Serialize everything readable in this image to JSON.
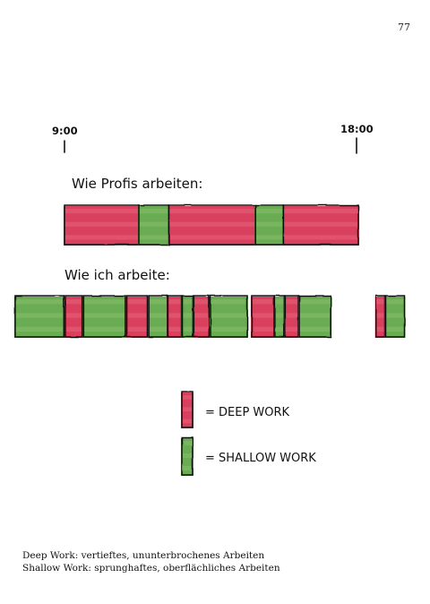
{
  "page_number": "77",
  "time_start": "9:00",
  "time_end": "18:00",
  "label_pros": "Wie Profis arbeiten:",
  "label_me": "Wie ich arbeite:",
  "legend": {
    "deep": "= DEEP WORK",
    "shallow": "= SHALLOW WORK"
  },
  "footer": {
    "line1": "Deep Work: vertieftes, ununterbrochenes Arbeiten",
    "line2": "Shallow Work: sprunghaftes, oberflächliches Arbeiten"
  },
  "colors": {
    "deep": "#d6304f",
    "deep_light": "#e8607a",
    "shallow": "#5da544",
    "shallow_light": "#86c06c",
    "outline": "#111111"
  },
  "pros_blocks": [
    {
      "type": "deep",
      "start": 0.0,
      "end": 0.253
    },
    {
      "type": "shallow",
      "start": 0.253,
      "end": 0.355
    },
    {
      "type": "deep",
      "start": 0.355,
      "end": 0.65
    },
    {
      "type": "shallow",
      "start": 0.65,
      "end": 0.745
    },
    {
      "type": "deep",
      "start": 0.745,
      "end": 1.0
    }
  ],
  "me_blocks": [
    {
      "type": "shallow",
      "start": -0.168,
      "end": -0.002
    },
    {
      "type": "deep",
      "start": 0.003,
      "end": 0.06
    },
    {
      "type": "shallow",
      "start": 0.065,
      "end": 0.207
    },
    {
      "type": "deep",
      "start": 0.212,
      "end": 0.282
    },
    {
      "type": "shallow",
      "start": 0.287,
      "end": 0.35
    },
    {
      "type": "deep",
      "start": 0.352,
      "end": 0.398
    },
    {
      "type": "shallow",
      "start": 0.401,
      "end": 0.437
    },
    {
      "type": "deep",
      "start": 0.44,
      "end": 0.492
    },
    {
      "type": "shallow",
      "start": 0.497,
      "end": 0.622
    },
    {
      "type": "deep",
      "start": 0.637,
      "end": 0.713
    },
    {
      "type": "shallow",
      "start": 0.716,
      "end": 0.748
    },
    {
      "type": "deep",
      "start": 0.751,
      "end": 0.796
    },
    {
      "type": "shallow",
      "start": 0.799,
      "end": 0.906
    },
    {
      "type": "deep",
      "start": 1.06,
      "end": 1.09
    },
    {
      "type": "shallow",
      "start": 1.093,
      "end": 1.157
    }
  ]
}
